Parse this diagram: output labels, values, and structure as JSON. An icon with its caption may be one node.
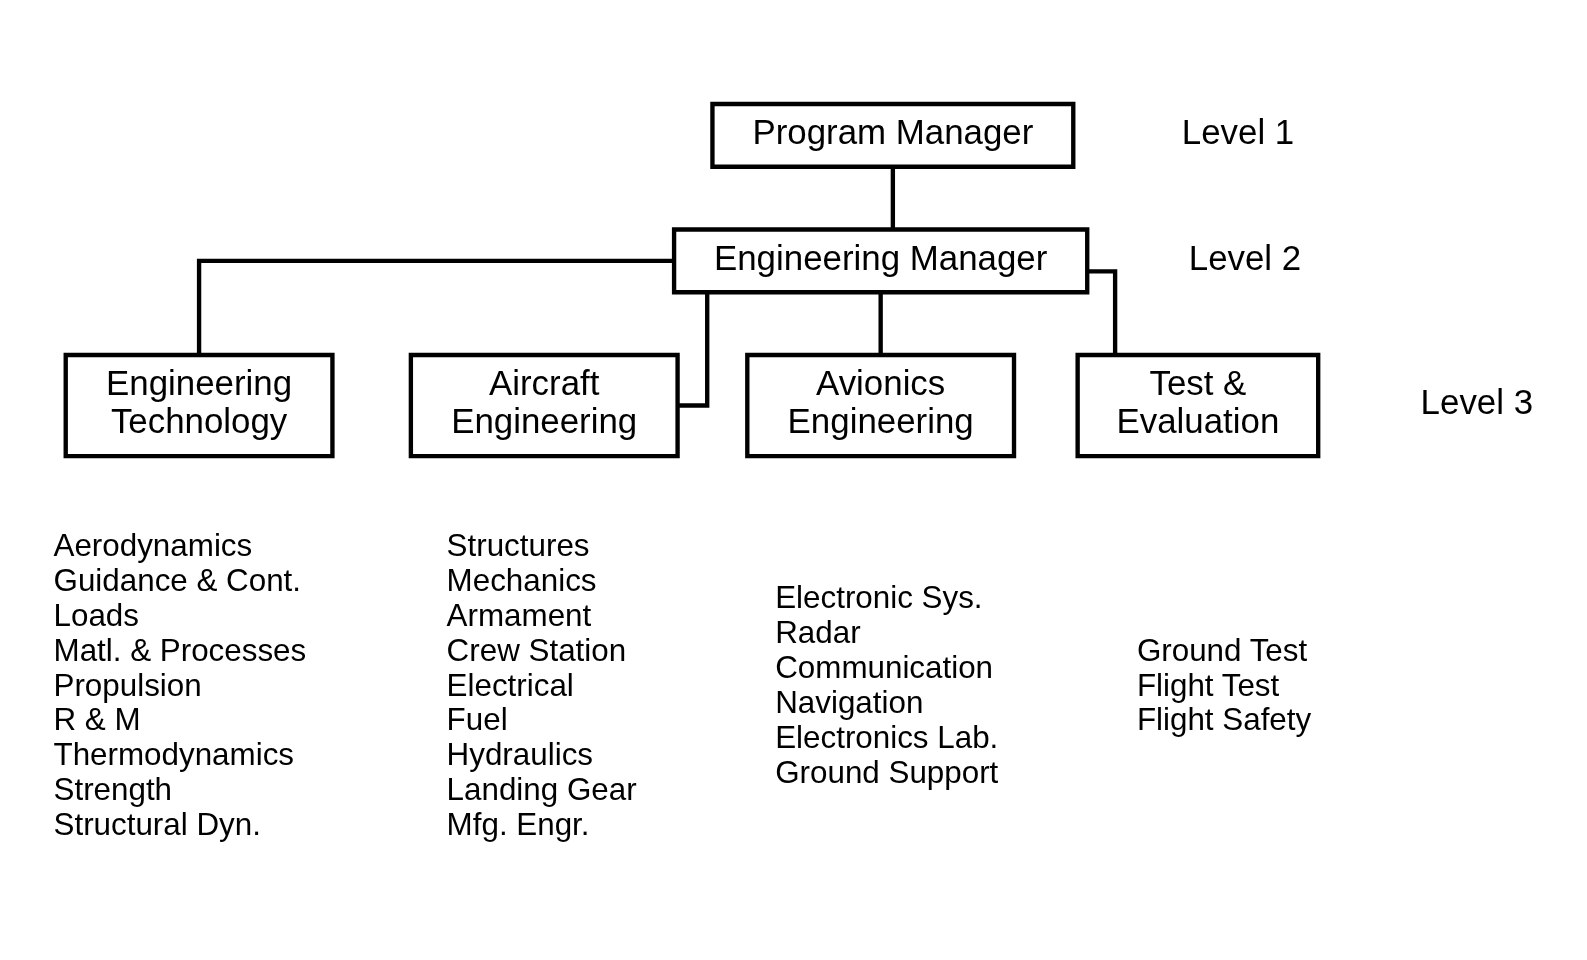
{
  "diagram": {
    "nodes": [
      {
        "text": [
          "Program Manager"
        ]
      },
      {
        "text": [
          "Engineering Manager"
        ]
      },
      {
        "text": [
          "Engineering Technology"
        ],
        "beside": [
          "Aerodynamics",
          "Guidance & Cont.",
          "Loads",
          "Matl. & Processes",
          "Propulsion",
          "R & M",
          "Thermodynamics",
          "Strength",
          "Structural Dyn."
        ]
      },
      {
        "text": [
          "Aircraft Engineering"
        ],
        "beside": [
          "Structures",
          "Mechanics",
          "Armament",
          "Crew Station",
          "Electrical",
          "Fuel",
          "Hydraulics",
          "Landing Gear",
          "Mfg. Engr."
        ]
      },
      {
        "text": [
          "Avionics Engineering"
        ],
        "beside": [
          "Electronic Sys.",
          "Radar",
          "Communication",
          "Navigation",
          "Electronics Lab.",
          "Ground Support"
        ]
      },
      {
        "text": [
          "Test & Evaluation"
        ],
        "beside": [
          "Ground Test",
          "Flight Test",
          "Flight Safety"
        ]
      }
    ],
    "edges": [
      {
        "from": 0,
        "to": 1,
        "arrow": "none"
      },
      {
        "from": 1,
        "to": 2,
        "arrow": "none"
      },
      {
        "from": 1,
        "to": 3,
        "arrow": "none"
      },
      {
        "from": 1,
        "to": 4,
        "arrow": "none"
      },
      {
        "from": 1,
        "to": 5,
        "arrow": "none"
      }
    ],
    "labels": [
      "Level 1",
      "Level 2",
      "Level 3"
    ]
  }
}
